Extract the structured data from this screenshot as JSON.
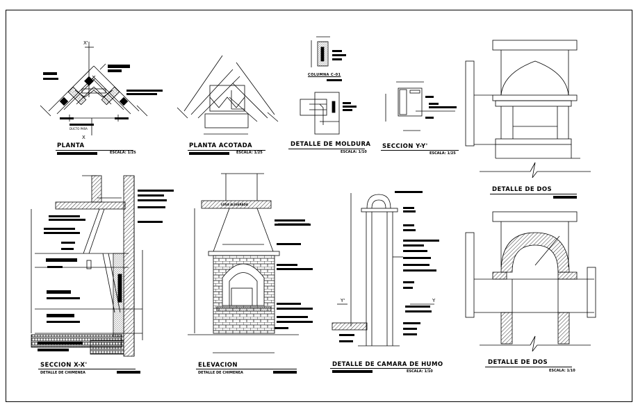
{
  "sheet": {
    "background": "#ffffff",
    "line_color": "#000000"
  },
  "drawings": {
    "planta": {
      "title": "PLANTA",
      "scale": "ESCALA: 1/25",
      "axis_top": "X'",
      "axis_bottom": "X",
      "note": "DUCTO PARA"
    },
    "planta_acotada": {
      "title": "PLANTA ACOTADA",
      "scale": "ESCALA: 1/25"
    },
    "columna": {
      "title": "COLUMNA C-01"
    },
    "detalle_moldura": {
      "title": "DETALLE DE MOLDURA",
      "scale": "ESCALA: 1/10"
    },
    "seccion_yy": {
      "title": "SECCION Y-Y'",
      "scale": "ESCALA: 1/25"
    },
    "detalle_dos_top": {
      "title": "DETALLE DE DOS"
    },
    "seccion_xx": {
      "title": "SECCION X-X'",
      "subtitle": "DETALLE DE CHIMENEA"
    },
    "elevacion": {
      "title": "ELEVACION",
      "subtitle": "DETALLE DE CHIMENEA",
      "slab_label": "LOSA ALIGERADA"
    },
    "camara_humo": {
      "title": "DETALLE DE CAMARA DE HUMO",
      "scale": "ESCALA: 1/10",
      "axis_left": "Y'",
      "axis_right": "Y"
    },
    "detalle_dos_bottom": {
      "title": "DETALLE DE DOS",
      "scale": "ESCALA: 1/10"
    }
  }
}
